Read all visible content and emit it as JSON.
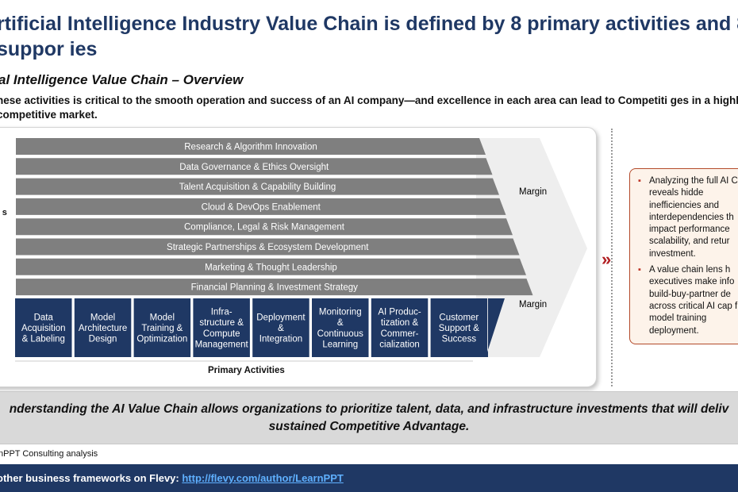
{
  "header": {
    "title": "rtificial Intelligence Industry Value Chain is defined by 8 primary activities and 8 suppor ies",
    "subtitle": "al Intelligence Value Chain – Overview",
    "intro": "hese activities is critical to the smooth operation and success of an AI company—and excellence in each area can lead to Competiti ges in a highly competitive market."
  },
  "value_chain": {
    "support_label": "t s",
    "support_activities": [
      "Research & Algorithm Innovation",
      "Data Governance & Ethics Oversight",
      "Talent Acquisition & Capability Building",
      "Cloud & DevOps Enablement",
      "Compliance, Legal & Risk Management",
      "Strategic Partnerships & Ecosystem Development",
      "Marketing & Thought Leadership",
      "Financial Planning & Investment Strategy"
    ],
    "primary_activities": [
      [
        "Data",
        "Acquisition",
        "& Labeling"
      ],
      [
        "Model",
        "Architecture",
        "Design"
      ],
      [
        "Model",
        "Training &",
        "Optimization"
      ],
      [
        "Infra-",
        "structure &",
        "Compute",
        "Management"
      ],
      [
        "Deployment",
        "&",
        "Integration"
      ],
      [
        "Monitoring",
        "&",
        "Continuous",
        "Learning"
      ],
      [
        "AI Produc-",
        "tization &",
        "Commer-",
        "cialization"
      ],
      [
        "Customer",
        "Support &",
        "Success"
      ]
    ],
    "margin_top": "Margin",
    "margin_bottom": "Margin",
    "primary_label": "Primary Activities"
  },
  "callout": {
    "bullet_1": "Analyzing the full AI Chain reveals hidde inefficiencies and interdependencies th impact performance scalability, and retur investment.",
    "bullet_2": "A value chain lens h executives make info build-buy-partner de across critical AI cap from model training deployment."
  },
  "banner": "nderstanding the AI Value Chain allows organizations to prioritize talent, data, and infrastructure investments that will deliv sustained Competitive Advantage.",
  "source": "nPPT Consulting analysis",
  "footer": {
    "prefix": "other business frameworks on Flevy: ",
    "link": "http://flevy.com/author/LearnPPT"
  },
  "colors": {
    "title_blue": "#1f3864",
    "support_gray": "#7f7f7f",
    "primary_navy": "#1f3864",
    "callout_border": "#b34a2a",
    "accent_red": "#b11e22"
  }
}
